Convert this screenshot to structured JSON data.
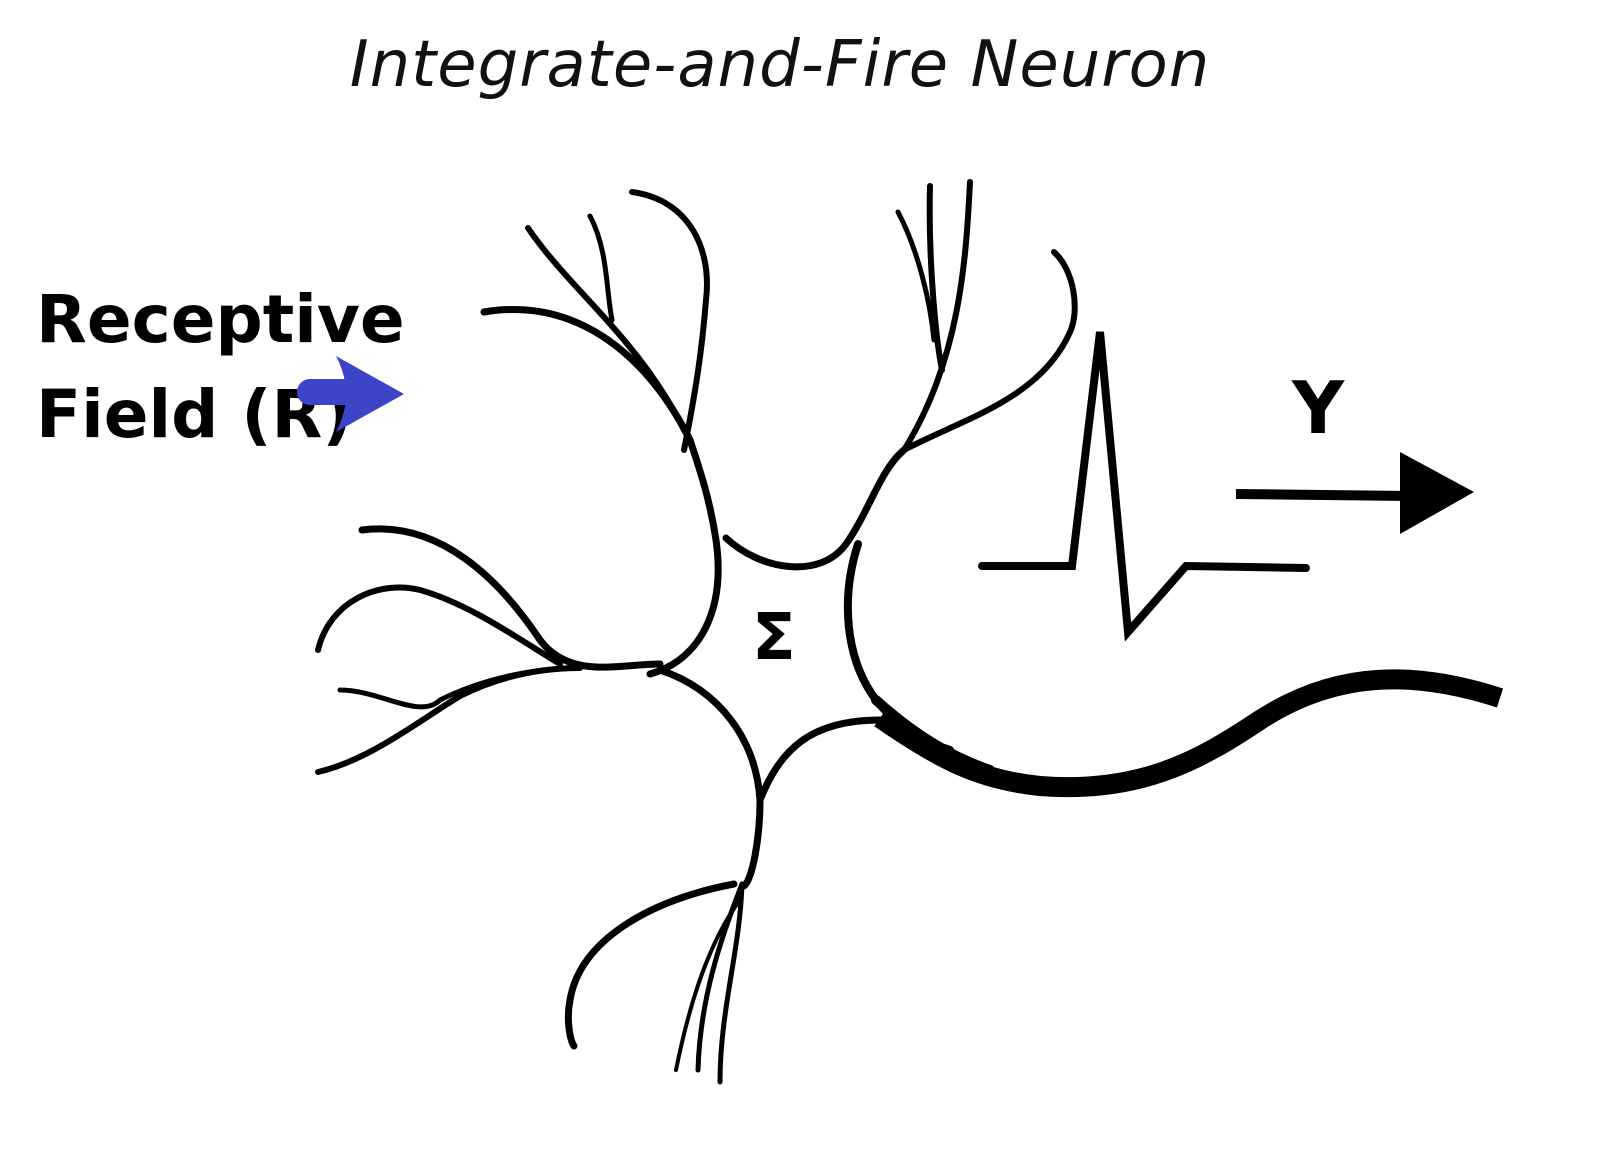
{
  "title": "Integrate-and-Fire Neuron",
  "input_label": {
    "line1": "Receptive",
    "line2": "Field (R)"
  },
  "soma_symbol": "Σ",
  "output_label": "Y",
  "colors": {
    "input_arrow": "#3d44c8",
    "ink": "#000000"
  },
  "icons": {
    "input": "arrow-right-icon",
    "output": "arrow-right-icon"
  }
}
